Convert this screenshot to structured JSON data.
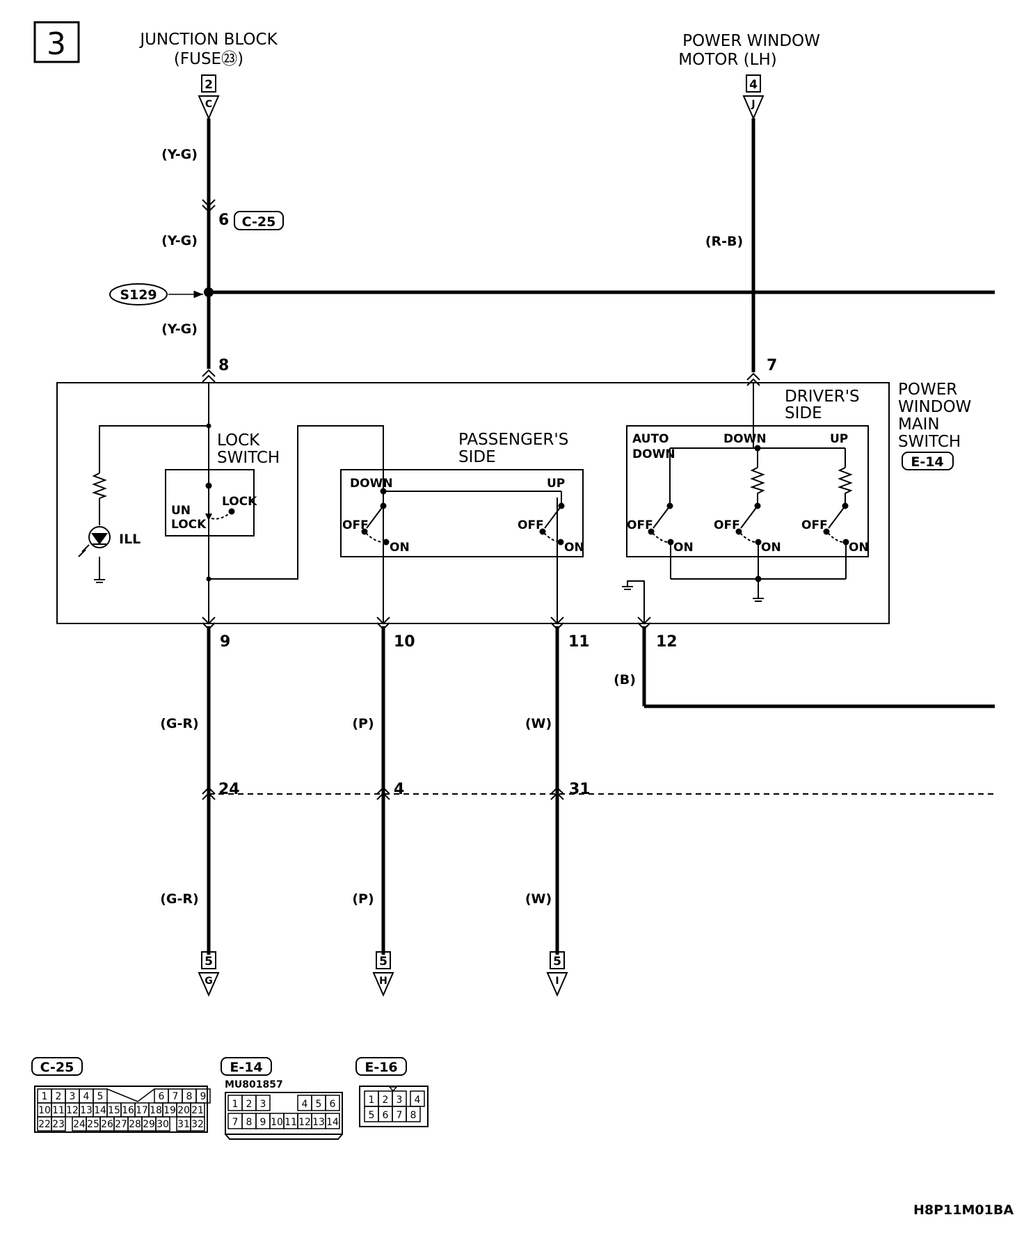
{
  "page": {
    "number": "3",
    "drawing_id": "H8P11M01BA"
  },
  "top": {
    "junction_block": {
      "line1": "JUNCTION BLOCK",
      "line2": "(FUSE㉓)",
      "conn_num": "2",
      "letter": "C"
    },
    "motor": {
      "line1": "POWER WINDOW",
      "line2": "MOTOR (LH)",
      "conn_num": "4",
      "letter": "J"
    }
  },
  "wires": {
    "yg1": "(Y-G)",
    "yg2": "(Y-G)",
    "yg3": "(Y-G)",
    "rb": "(R-B)",
    "b": "(B)",
    "gr1": "(G-R)",
    "p1": "(P)",
    "w1": "(W)",
    "gr2": "(G-R)",
    "p2": "(P)",
    "w2": "(W)"
  },
  "pins": {
    "p6": "6",
    "p8": "8",
    "p7": "7",
    "p9": "9",
    "p10": "10",
    "p11": "11",
    "p12": "12",
    "p24": "24",
    "p4": "4",
    "p31": "31"
  },
  "connector_c25": "C-25",
  "splice": "S129",
  "switch_unit": {
    "name1": "POWER",
    "name2": "WINDOW",
    "name3": "MAIN",
    "name4": "SWITCH",
    "connector": "E-14",
    "lock_title1": "LOCK",
    "lock_title2": "SWITCH",
    "un1": "UN",
    "un2": "LOCK",
    "lock": "LOCK",
    "ill": "ILL",
    "passenger1": "PASSENGER'S",
    "passenger2": "SIDE",
    "driver1": "DRIVER'S",
    "driver2": "SIDE",
    "down": "DOWN",
    "up": "UP",
    "auto1": "AUTO",
    "auto2": "DOWN",
    "off": "OFF",
    "on": "ON"
  },
  "bottom_terminals": [
    {
      "num": "5",
      "letter": "G"
    },
    {
      "num": "5",
      "letter": "H"
    },
    {
      "num": "5",
      "letter": "I"
    }
  ],
  "connector_views": {
    "c25": {
      "label": "C-25",
      "rows": [
        [
          "1",
          "2",
          "3",
          "4",
          "5",
          "6",
          "7",
          "8",
          "9"
        ],
        [
          "10",
          "11",
          "12",
          "13",
          "14",
          "15",
          "16",
          "17",
          "18",
          "19",
          "20",
          "21"
        ],
        [
          "22",
          "23",
          "24",
          "25",
          "26",
          "27",
          "28",
          "29",
          "30",
          "31",
          "32"
        ]
      ]
    },
    "e14": {
      "label": "E-14",
      "part": "MU801857",
      "rows": [
        [
          "1",
          "2",
          "3",
          "4",
          "5",
          "6"
        ],
        [
          "7",
          "8",
          "9",
          "10",
          "11",
          "12",
          "13",
          "14"
        ]
      ]
    },
    "e16": {
      "label": "E-16",
      "rows": [
        [
          "1",
          "2",
          "3",
          "4"
        ],
        [
          "5",
          "6",
          "7",
          "8"
        ]
      ]
    }
  }
}
